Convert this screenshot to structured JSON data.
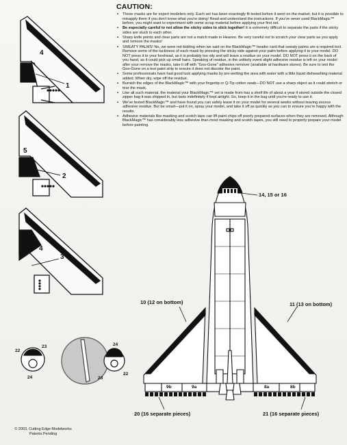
{
  "caution": {
    "title": "CAUTION:",
    "items": [
      {
        "bold": "",
        "text": "These masks are for expert modelers only. Each set has been exactingly fit tested before it went on the market, but it is possible to misapply them if you don't know what you're doing! Read and understand the instructions. If you've never used BlackMagic™ before, you might want to experiment with some scrap material before applying your first set."
      },
      {
        "bold": "Be especially careful to not allow the sticky sides to stick together!",
        "text": " It is extremely difficult to separate the parts if the sticky sides are stuck to each other."
      },
      {
        "bold": "",
        "text": "Sharp knife points and clear parts are not a match made in Heaven. Be very careful not to scratch your clear parts as you apply and remove the masks!"
      },
      {
        "bold": "",
        "text": "SWEATY PALMS! No, we were not kidding when we said on the BlackMagic™ header card that sweaty palms are a required tool. Remove some of the tackiness of each mask by pressing the sticky side against your palm before applying it to your model. DO NOT press it to your forehead, as it is probably too oily and will leave a residue on your model. DO NOT press it on the back of you hand, as it could pick up small hairs. Speaking of residue, in the unlikely event slight adhesive residue is left on your model after your remove the masks, take it off with \"Goo-Gone\" adhesive remover (available at hardware stores). Be sure to test the Goo-Gone on a test paint strip to ensure it does not discolor the paint."
      },
      {
        "bold": "",
        "text": "Some professionals have had good luck applying masks by pre-wetting the area with water with a little liquid dishwashing material added. When dry, wipe off the residue."
      },
      {
        "bold": "",
        "text": "Burnish the edges of the BlackMagic™ with your fingertip or Q-Tip cotton swab—DO NOT use a sharp object as it could stretch or tear the mask."
      },
      {
        "bold": "",
        "text": "Like all such material, the material your BlackMagic™ set is made from has a shelf life of about a year if stored outside the closed zipper bag it was shipped in, but lasts indefinitely if kept airtight. So, keep it in the bag until you're ready to use it."
      },
      {
        "bold": "",
        "text": "We've tested BlackMagic™ and have found you can safely leave it on your model for several weeks without leaving excess adhesive residue. But be smart—put it on, spray your model, and take it off as quickly as you can to ensure you're happy with the results."
      },
      {
        "bold": "",
        "text": "Adhesive materials like masking and scotch tape can lift paint chips off poorly prepared surfaces when they are removed. Although BlackMagic™ has considerably less adhesive than most masking and scotch tapes, you still need to properly prepare your model before painting."
      }
    ]
  },
  "tail_numbers": {
    "a1": "4",
    "a2": "1",
    "b1": "5",
    "b2": "2",
    "c1": "4",
    "c2": "3"
  },
  "tire_labels": {
    "left_22": "22",
    "left_23": "23",
    "left_24": "24",
    "right_24": "24",
    "right_23": "23",
    "right_22": "22"
  },
  "shuttle_labels": {
    "nose": "14, 15 or 16",
    "left_wing": "10 (12 on bottom)",
    "right_wing": "11 (13 on bottom)",
    "seg_9b": "9b",
    "seg_9a": "9a",
    "seg_8a": "8a",
    "seg_8b": "8b",
    "left_edge": "20 (16 separate pieces)",
    "right_edge": "21 (16 separate pieces)"
  },
  "footer": {
    "copyright": "© 2003, Cutting Edge Modelworks",
    "patents": "Patents Pending"
  }
}
